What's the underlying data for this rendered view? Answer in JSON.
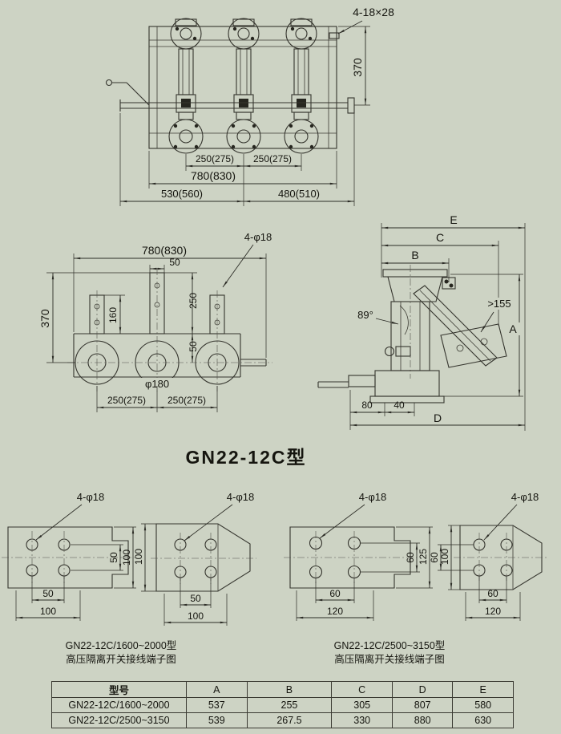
{
  "title": "GN22-12C型",
  "front_view": {
    "bolt_slots": "4-18×28",
    "height_370": "370",
    "pitch_left": "250(275)",
    "pitch_right": "250(275)",
    "width_780": "780(830)",
    "base_left": "530(560)",
    "base_right": "480(510)"
  },
  "plan_view": {
    "width_780": "780(830)",
    "holes": "4-φ18",
    "pad_width_50": "50",
    "ext_250": "250",
    "depth_370": "370",
    "pad_len_160": "160",
    "gap_50": "50",
    "flange_dia": "φ180",
    "pitch_left": "250(275)",
    "pitch_right": "250(275)"
  },
  "side_view": {
    "dim_e": "E",
    "dim_c": "C",
    "dim_b": "B",
    "angle_89": "89°",
    "clearance_155": ">155",
    "dim_a": "A",
    "dim_80": "80",
    "dim_40": "40",
    "dim_d": "D"
  },
  "terminals": {
    "plate1": {
      "label": "4-φ18",
      "hole_pitch_v": "50",
      "height": "100",
      "hole_pitch_h": "50",
      "width": "100"
    },
    "plate2": {
      "label": "4-φ18",
      "height": "100",
      "hole_pitch_h": "50",
      "width": "100"
    },
    "plate3": {
      "label": "4-φ18",
      "hole_pitch_v": "60",
      "height": "125",
      "hole_pitch_h": "60",
      "width": "120"
    },
    "plate4": {
      "label": "4-φ18",
      "hole_pitch_v": "60",
      "height": "100",
      "hole_pitch_h": "60",
      "width": "120"
    }
  },
  "captions": {
    "left_model": "GN22-12C/1600~2000型",
    "left_desc": "高压隔离开关接线端子图",
    "right_model": "GN22-12C/2500~3150型",
    "right_desc": "高压隔离开关接线端子图"
  },
  "table": {
    "headers": [
      "型号",
      "A",
      "B",
      "C",
      "D",
      "E"
    ],
    "rows": [
      [
        "GN22-12C/1600~2000",
        "537",
        "255",
        "305",
        "807",
        "580"
      ],
      [
        "GN22-12C/2500~3150",
        "539",
        "267.5",
        "330",
        "880",
        "630"
      ]
    ]
  }
}
